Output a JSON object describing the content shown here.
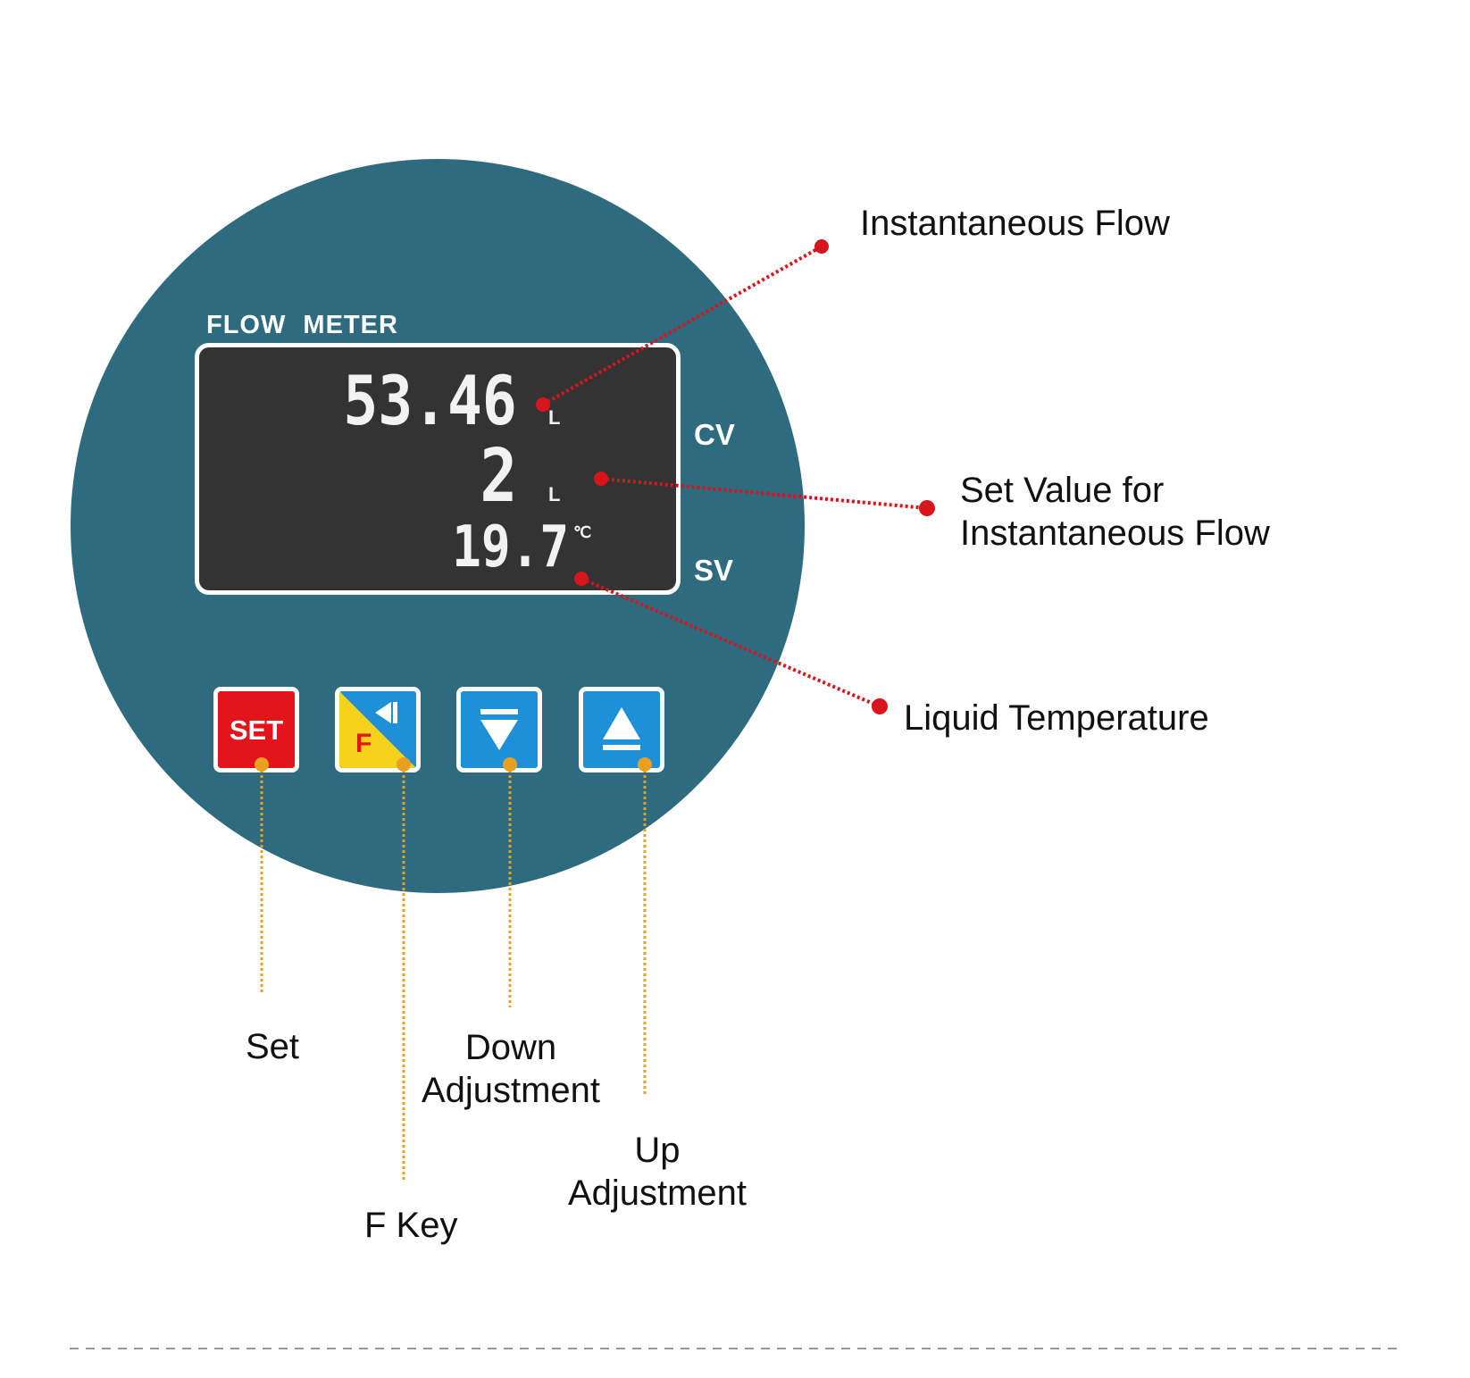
{
  "device": {
    "title": "FLOW  METER",
    "display": {
      "instantaneous_flow": "53.46",
      "flow_unit": "L",
      "set_value": "2",
      "set_value_unit": "L",
      "liquid_temperature": "19.7",
      "temperature_unit": "℃"
    },
    "cv_label": "CV",
    "sv_label": "SV",
    "buttons": {
      "set_label": "SET",
      "f_label": "F"
    }
  },
  "callouts": {
    "instantaneous_flow": "Instantaneous Flow",
    "set_value": [
      "Set Value for",
      "Instantaneous Flow"
    ],
    "liquid_temperature": "Liquid Temperature",
    "set": "Set",
    "f_key": "F Key",
    "down": [
      "Down",
      "Adjustment"
    ],
    "up": [
      "Up",
      "Adjustment"
    ]
  },
  "colors": {
    "dial": "#2f6b7e",
    "lcd": "#333333",
    "red_leader": "#d8141c",
    "orange_leader": "#e8a020",
    "set_button": "#e3141b",
    "blue_button": "#1e90d8",
    "yellow": "#f7d21b"
  }
}
